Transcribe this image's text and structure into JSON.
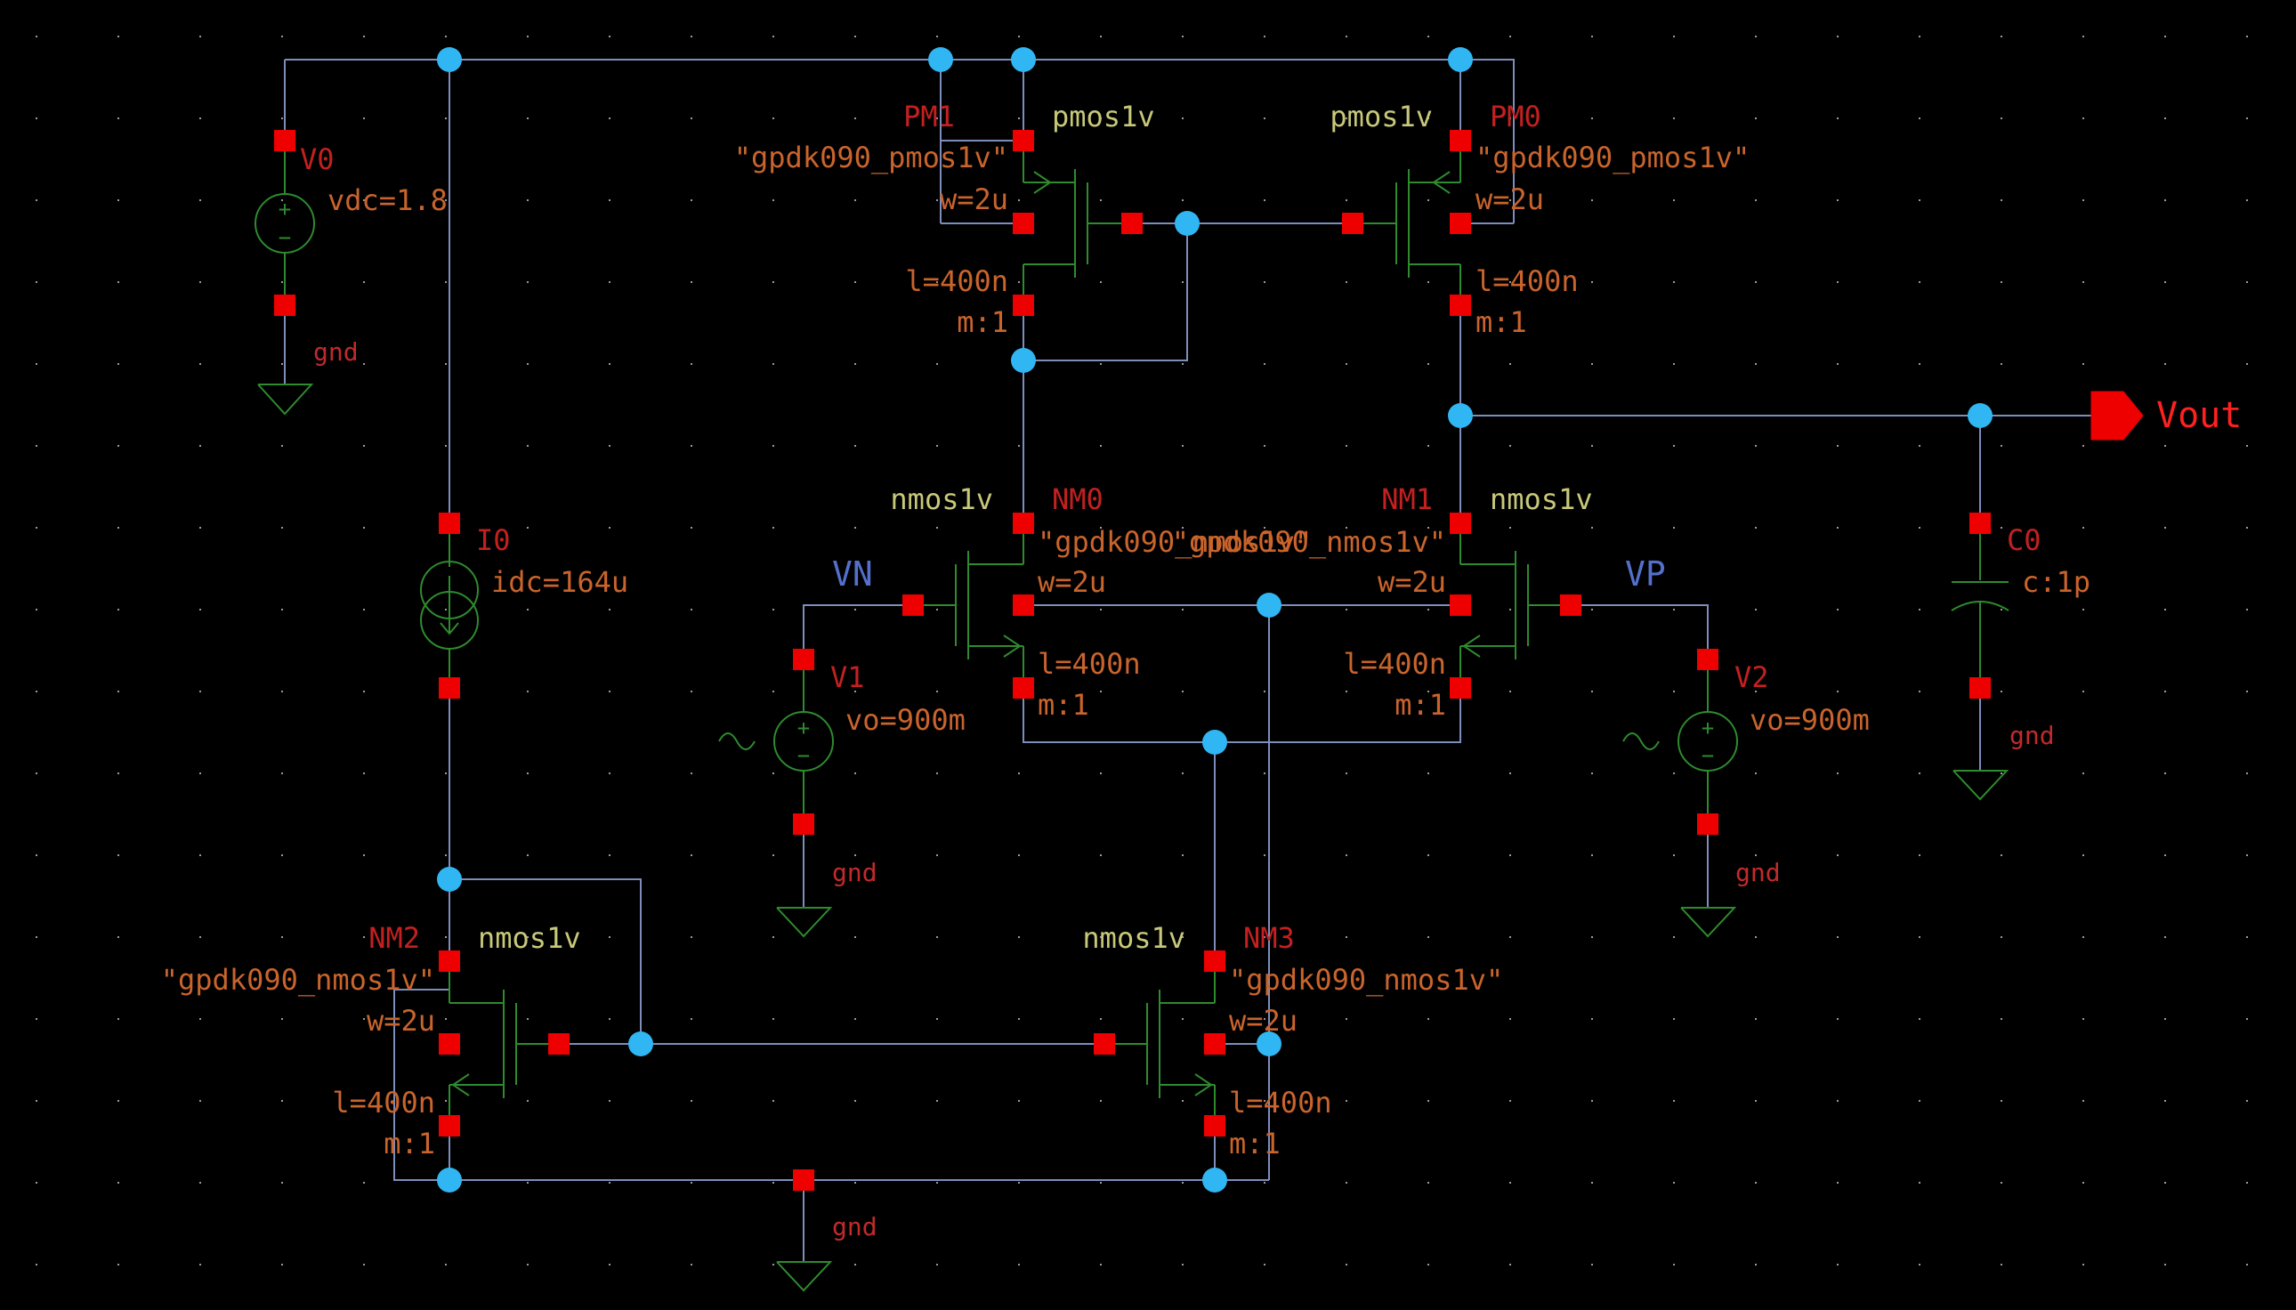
{
  "colors": {
    "background": "#000000",
    "wire": "#7d8ebd",
    "symbol": "#2e8b2e",
    "pin": "#ee0000",
    "dot": "#30b6f2",
    "instance_name": "#c42020",
    "param": "#c9642c",
    "cell_name": "#c8c87a",
    "net_label": "#5470cc",
    "pin_label": "#ff2020",
    "gnd_label": "#c22a2a",
    "grid": "#9a9a9a"
  },
  "port": {
    "label": "Vout",
    "icon": "output-pin-icon"
  },
  "net_labels": {
    "vn": "VN",
    "vp": "VP"
  },
  "gnd_label": "gnd",
  "sources": {
    "v0": {
      "name": "V0",
      "value": "vdc=1.8"
    },
    "i0": {
      "name": "I0",
      "value": "idc=164u"
    },
    "v1": {
      "name": "V1",
      "value": "vo=900m"
    },
    "v2": {
      "name": "V2",
      "value": "vo=900m"
    }
  },
  "capacitor": {
    "name": "C0",
    "value": "c:1p"
  },
  "transistors": {
    "pm1": {
      "name": "PM1",
      "cell": "pmos1v",
      "model": "\"gpdk090_pmos1v\"",
      "w": "w=2u",
      "l": "l=400n",
      "m": "m:1"
    },
    "pm0": {
      "name": "PM0",
      "cell": "pmos1v",
      "model": "\"gpdk090_pmos1v\"",
      "w": "w=2u",
      "l": "l=400n",
      "m": "m:1"
    },
    "nm0": {
      "name": "NM0",
      "cell": "nmos1v",
      "model": "\"gpdk090_nmos1v\"",
      "w": "w=2u",
      "l": "l=400n",
      "m": "m:1"
    },
    "nm1": {
      "name": "NM1",
      "cell": "nmos1v",
      "model": "\"gpdk090_nmos1v\"",
      "w": "w=2u",
      "l": "l=400n",
      "m": "m:1"
    },
    "nm2": {
      "name": "NM2",
      "cell": "nmos1v",
      "model": "\"gpdk090_nmos1v\"",
      "w": "w=2u",
      "l": "l=400n",
      "m": "m:1"
    },
    "nm3": {
      "name": "NM3",
      "cell": "nmos1v",
      "model": "\"gpdk090_nmos1v\"",
      "w": "w=2u",
      "l": "l=400n",
      "m": "m:1"
    }
  }
}
